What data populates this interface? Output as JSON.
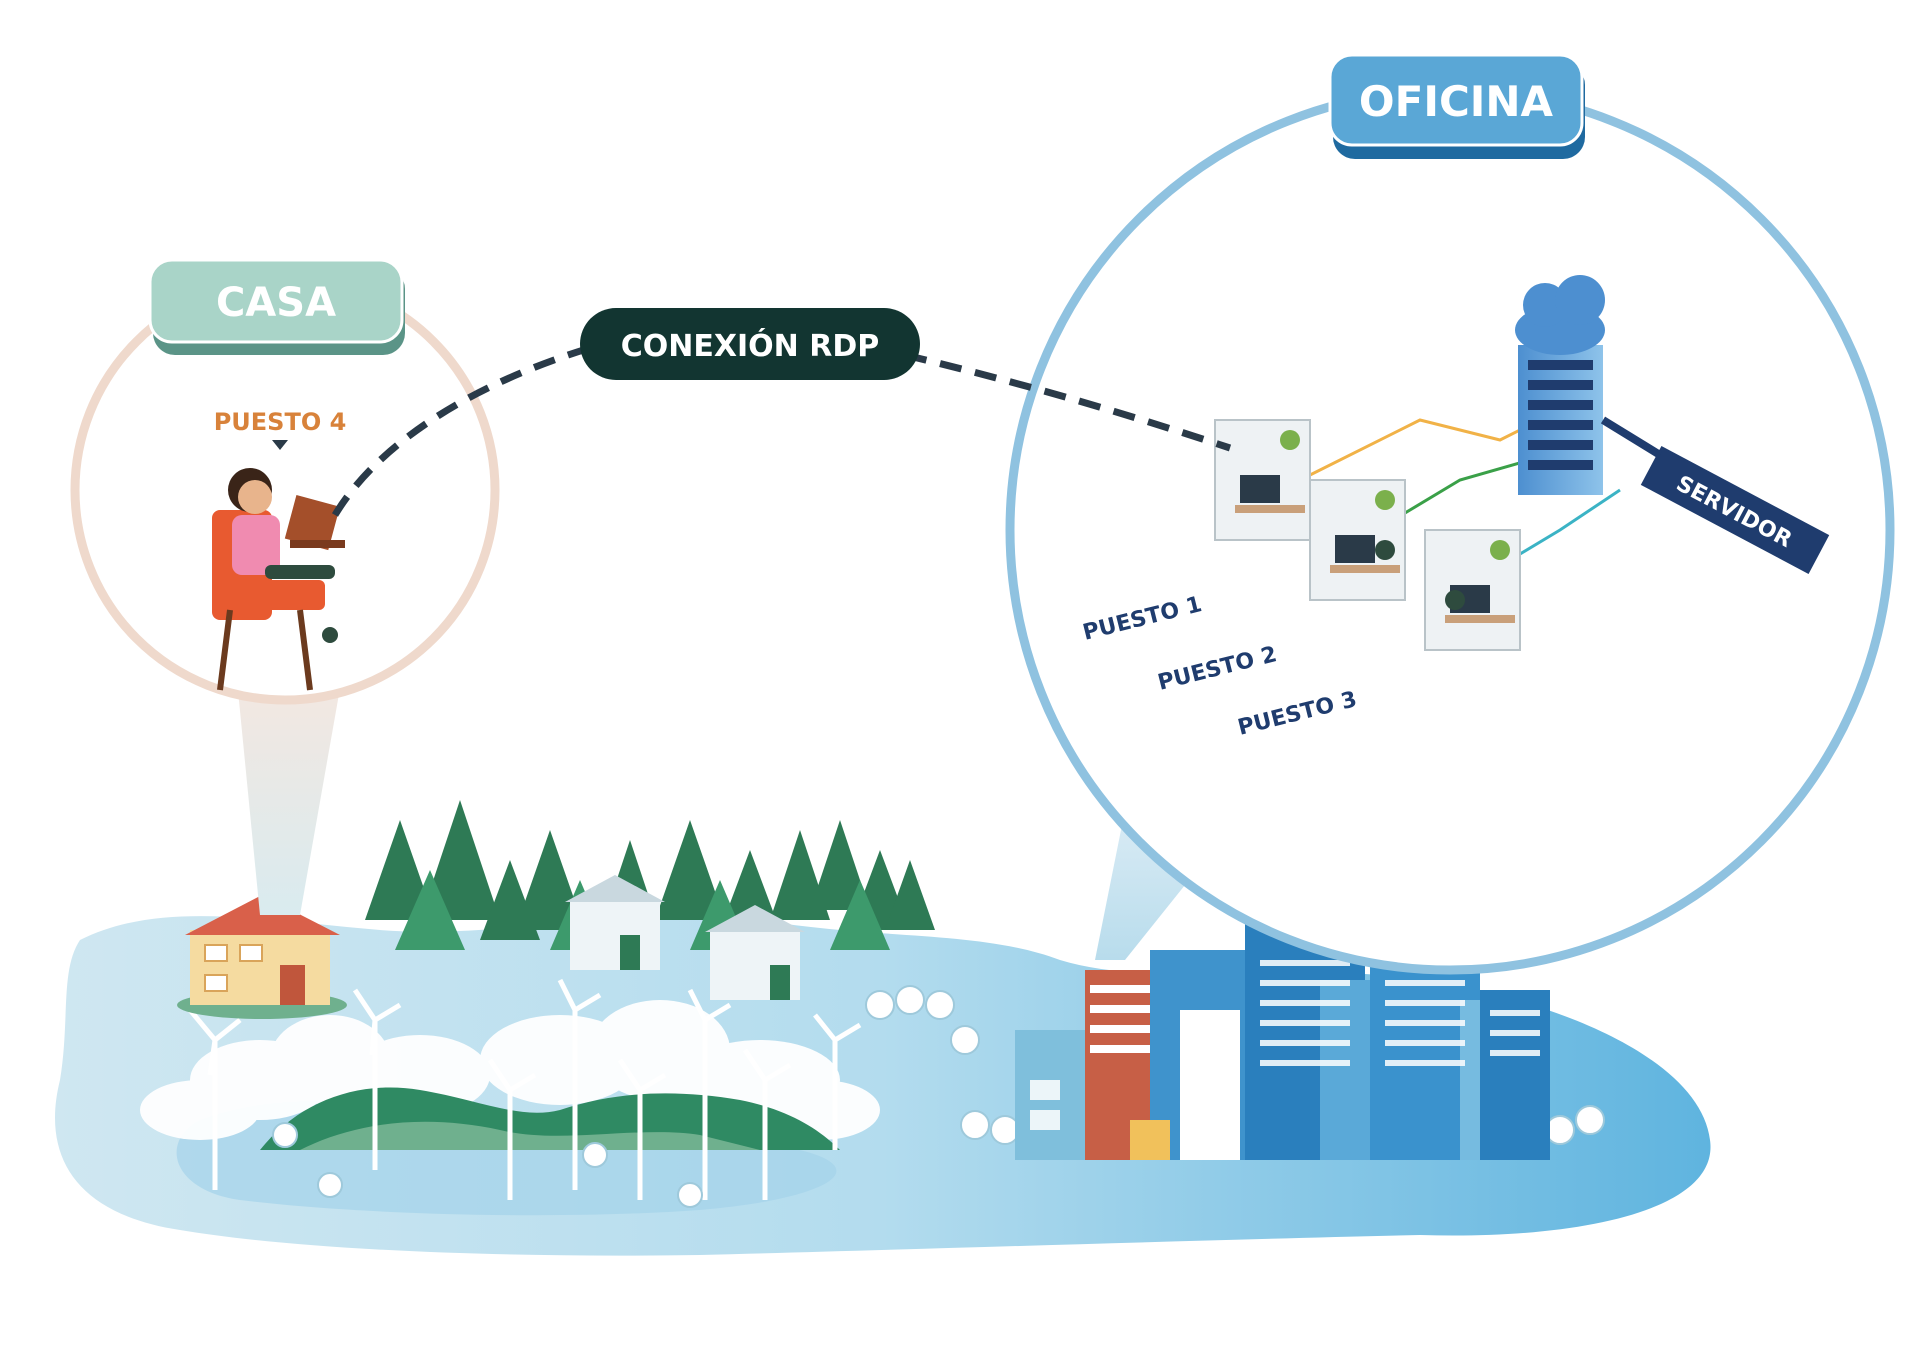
{
  "labels": {
    "casa": "CASA",
    "oficina": "OFICINA",
    "conexion": "CONEXIÓN RDP",
    "puesto1": "PUESTO 1",
    "puesto2": "PUESTO 2",
    "puesto3": "PUESTO 3",
    "puesto4": "PUESTO 4",
    "servidor": "SERVIDOR"
  },
  "colors": {
    "casa_pill": "#a9d4c8",
    "oficina_pill": "#5aa7d6",
    "conexion_pill": "#123531",
    "servidor_banner": "#1f3c6e",
    "casa_circle": "#efd9cc",
    "oficina_circle": "#8fc2e0",
    "landscape": "#bfe0ef",
    "trees": "#2e7a55",
    "dash_line": "#2a3a48"
  },
  "icons": [
    "person-laptop-icon",
    "house-icon",
    "desk-workstation-icon",
    "server-rack-icon",
    "cloud-icon",
    "wind-turbine-icon",
    "pine-tree-icon",
    "office-building-icon"
  ]
}
